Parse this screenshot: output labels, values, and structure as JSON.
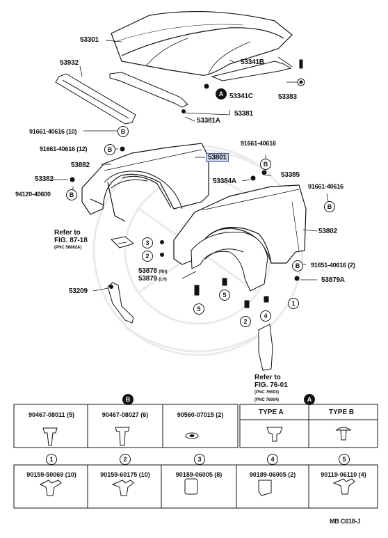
{
  "callouts": {
    "c53301": "53301",
    "c53932": "53932",
    "c53341B": "53341B",
    "c53341C": "53341C",
    "c53383": "53383",
    "c53381": "53381",
    "c53381A": "53381A",
    "c91661_10": "91661-40616 (10)",
    "c91661_12": "91661-40616 (12)",
    "c53882": "53882",
    "c53801": "53801",
    "c91661_right": "91661-40616",
    "c53385": "53385",
    "c53384A": "53384A",
    "c53382": "53382",
    "c94120": "94120-40600",
    "c91661_far": "91661-40616",
    "c53802": "53802",
    "c91651": "91651-40616 (2)",
    "c53878": "53878",
    "c53878_rh": "(RH)",
    "c53879": "53879",
    "c53879_lh": "(LH)",
    "c53879A": "53879A",
    "c53209": "53209"
  },
  "refers": {
    "r1_line1": "Refer to",
    "r1_line2": "FIG. 87-18",
    "r1_pnc": "(PNC 58882A)",
    "r2_line1": "Refer to",
    "r2_line2": "FIG. 76-01",
    "r2_pnc1": "(PNC 76603)",
    "r2_pnc2": "(PNC 76604)"
  },
  "markers": {
    "A": "A",
    "B": "B",
    "n1": "1",
    "n2": "2",
    "n3": "3",
    "n4": "4",
    "n5": "5"
  },
  "table": {
    "row1": [
      {
        "part": "90467-08011 (5)"
      },
      {
        "part": "90467-08027 (6)"
      },
      {
        "part": "90560-07015 (2)"
      },
      {
        "part": "TYPE A"
      },
      {
        "part": "TYPE B"
      }
    ],
    "row2": [
      {
        "part": "90159-50069 (10)"
      },
      {
        "part": "90159-60175 (10)"
      },
      {
        "part": "90189-06005 (8)"
      },
      {
        "part": "90189-06005 (2)"
      },
      {
        "part": "90119-06110 (4)"
      }
    ]
  },
  "footer": {
    "code": "MB  C618-J"
  }
}
